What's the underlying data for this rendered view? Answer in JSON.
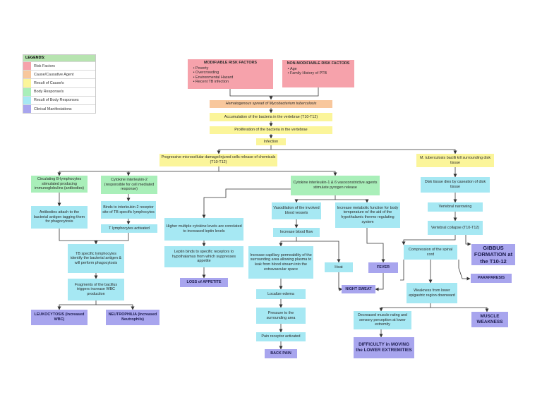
{
  "legend": {
    "title": "LEGENDS:",
    "items": [
      {
        "label": "Risk Factors",
        "color": "#f6a2ab"
      },
      {
        "label": "Cause/Causative Agent",
        "color": "#f8c79c"
      },
      {
        "label": "Result of Cause/s",
        "color": "#fbf59a"
      },
      {
        "label": "Body Response/s",
        "color": "#a9efb9"
      },
      {
        "label": "Result of Body Responses",
        "color": "#a6e8f3"
      },
      {
        "label": "Clinical Manifestations",
        "color": "#a8a5ee"
      }
    ]
  },
  "risk": {
    "modifiable": {
      "title": "MODIFIABLE RISK FACTORS",
      "items": [
        "Poverty",
        "Overcrowding",
        "Environmental Hazard",
        "Recent TB infection"
      ]
    },
    "non_modifiable": {
      "title": "NON-MODIFIABLE RISK FACTORS",
      "items": [
        "Age",
        "Family History of PTB"
      ]
    }
  },
  "nodes": {
    "spread": "Hematogenous spread of Mycobacterium tuberculosis",
    "accumulation": "Accumulation of the bacteria in the vertebrae (T10-T12)",
    "proliferation": "Proliferation of the bacteria in the vertebrae",
    "infection": "Infection",
    "progressive": "Progressive microcellular damage/injured cells release of chemicals (T10-T12)",
    "mtb_kill": "M. tuberculosis bacilli kill surrounding disk tissue",
    "b_lymph": "Circulating B-lymphocytes stimulated producing immunoglobulins (antibodies)",
    "il2": "Cytokine interleukin-2 (responsible for cell mediated response)",
    "il1_6": "Cytokine interleukin-1 & 6 vasoconstrictive agents stimulate pyrogen release",
    "disk_dies": "Disk tissue dies by caseation of disk tissue",
    "antibodies": "Antibodies attach to the bacterial antigen tagging them for phagocytosis",
    "binds_il2": "Binds to interleukin-2 receptor site of TB specific lymphocytes",
    "t_activated": "T lymphocytes activated",
    "cytokine_leptin": "Higher multiple cytokine levels are correlated to increased leptin levels",
    "vasodilation": "Vasodilation of the involved blood vessels",
    "metabolic": "Increase metabolic function for body temperature w/ the aid of the hypothalamic thermo regulating system",
    "narrowing": "Vertebral narrowing",
    "collapse": "Vertebral collapse (T10-T12)",
    "blood_flow": "Increase blood flow",
    "tb_lymph": "TB specific lymphocytes identify the bacterial antigen & will perform phagocytosis",
    "leptin_binds": "Leptin binds to specific receptors to hypothalamus from which suppresses appetite",
    "capillary": "Increase capillary permeability of the surrounding area allowing plasma to leak from blood stream into the extravascular space",
    "heat": "Heat",
    "compression": "Compression of the spinal cord",
    "fragments": "Fragments of the bacillus triggers increase WBC production",
    "edema": "Localize edema",
    "weakness": "Weakness from lower epigastric region downward",
    "pressure": "Pressure to the surrounding area",
    "decreased_muscle": "Decreased muscle rating and sensory perception at lower extremity",
    "pain_receptor": "Pain receptor activated"
  },
  "manifestations": {
    "gibbus": "GIBBUS FORMATION at the T10-12",
    "fever": "FEVER",
    "loss_appetite": "LOSS of APPETITE",
    "paraparesis": "PARAPARESIS",
    "night_sweat": "NIGHT SWEAT",
    "leukocytosis": "LEUKOCYTOSIS (Increased WBC)",
    "neutrophilia": "NEUTROPHILIA (Increased Neutrophils)",
    "muscle_weakness": "MUSCLE WEAKNESS",
    "difficulty": "DIFFICULTY in MOVING the LOWER EXTREMITIES",
    "back_pain": "BACK PAIN"
  }
}
